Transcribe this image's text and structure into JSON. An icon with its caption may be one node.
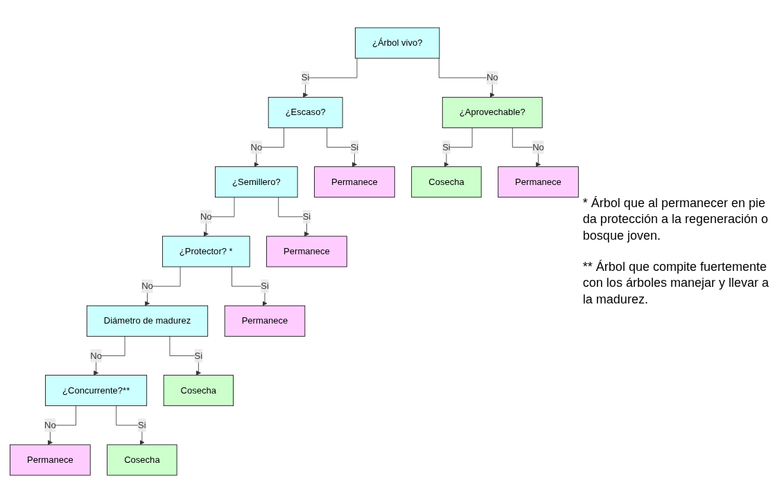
{
  "diagram": {
    "nodes": [
      {
        "text": [
          "¿Árbol vivo?"
        ]
      },
      {
        "text": [
          "¿Escaso?"
        ]
      },
      {
        "text": [
          "¿Aprovechable?"
        ]
      },
      {
        "text": [
          "¿Semillero?"
        ]
      },
      {
        "text": [
          "Permanece"
        ]
      },
      {
        "text": [
          "Cosecha"
        ]
      },
      {
        "text": [
          "Permanece"
        ]
      },
      {
        "text": [
          "¿Protector? *"
        ]
      },
      {
        "text": [
          "Permanece"
        ]
      },
      {
        "text": [
          "Diámetro de madurez"
        ]
      },
      {
        "text": [
          "Permanece"
        ]
      },
      {
        "text": [
          "¿Concurrente?**"
        ]
      },
      {
        "text": [
          "Cosecha"
        ]
      },
      {
        "text": [
          "Permanece"
        ]
      },
      {
        "text": [
          "Cosecha"
        ]
      }
    ],
    "edges": [
      {
        "from": 0,
        "to": 1,
        "arrow": "to",
        "label": "Si"
      },
      {
        "from": 0,
        "to": 2,
        "arrow": "to",
        "label": "No"
      },
      {
        "from": 1,
        "to": 3,
        "arrow": "to",
        "label": "No"
      },
      {
        "from": 1,
        "to": 4,
        "arrow": "to",
        "label": "Si"
      },
      {
        "from": 2,
        "to": 5,
        "arrow": "to",
        "label": "Si"
      },
      {
        "from": 2,
        "to": 6,
        "arrow": "to",
        "label": "No"
      },
      {
        "from": 3,
        "to": 7,
        "arrow": "to",
        "label": "No"
      },
      {
        "from": 3,
        "to": 8,
        "arrow": "to",
        "label": "Si"
      },
      {
        "from": 7,
        "to": 9,
        "arrow": "to",
        "label": "No"
      },
      {
        "from": 7,
        "to": 10,
        "arrow": "to",
        "label": "Si"
      },
      {
        "from": 9,
        "to": 11,
        "arrow": "to",
        "label": "No"
      },
      {
        "from": 9,
        "to": 12,
        "arrow": "to",
        "label": "Si"
      },
      {
        "from": 11,
        "to": 13,
        "arrow": "to",
        "label": "No"
      },
      {
        "from": 11,
        "to": 14,
        "arrow": "to",
        "label": "Si"
      }
    ],
    "labels": [
      "* Árbol que al permanecer en pie da protección a la regeneración o bosque joven.",
      "** Árbol que compite fuertemente con los árboles manejar y llevar a la madurez."
    ]
  }
}
